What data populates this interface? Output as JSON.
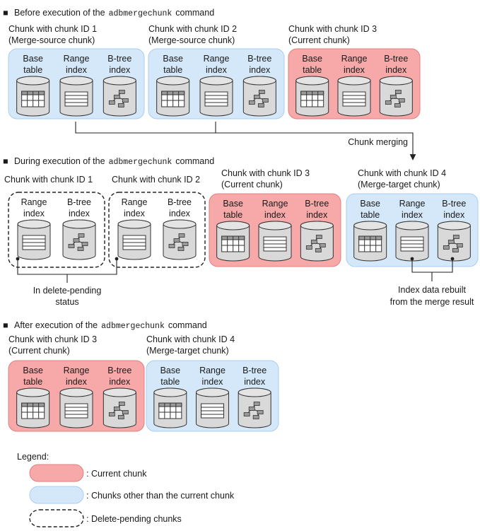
{
  "colors": {
    "current_fill": "#f7a8a8",
    "current_stroke": "#e08080",
    "other_fill": "#d4e8f9",
    "other_stroke": "#a9cdef",
    "cylinder_fill": "#d9d9d9",
    "line": "#222222"
  },
  "sections": [
    {
      "bullet": "■",
      "heading_prefix": "Before execution of the",
      "command": "adbmergechunk",
      "heading_suffix": "command",
      "chunks": [
        {
          "title": "Chunk with chunk ID 1",
          "subtitle": "(Merge-source chunk)",
          "kind": "other",
          "items": [
            {
              "label1": "Base",
              "label2": "table",
              "icon": "table-icon"
            },
            {
              "label1": "Range",
              "label2": "index",
              "icon": "range-index-icon"
            },
            {
              "label1": "B-tree",
              "label2": "index",
              "icon": "btree-index-icon"
            }
          ]
        },
        {
          "title": "Chunk with chunk ID 2",
          "subtitle": "(Merge-source chunk)",
          "kind": "other",
          "items": [
            {
              "label1": "Base",
              "label2": "table",
              "icon": "table-icon"
            },
            {
              "label1": "Range",
              "label2": "index",
              "icon": "range-index-icon"
            },
            {
              "label1": "B-tree",
              "label2": "index",
              "icon": "btree-index-icon"
            }
          ]
        },
        {
          "title": "Chunk with chunk ID 3",
          "subtitle": "(Current chunk)",
          "kind": "current",
          "items": [
            {
              "label1": "Base",
              "label2": "table",
              "icon": "table-icon"
            },
            {
              "label1": "Range",
              "label2": "index",
              "icon": "range-index-icon"
            },
            {
              "label1": "B-tree",
              "label2": "index",
              "icon": "btree-index-icon"
            }
          ]
        }
      ],
      "annotations": [
        {
          "text": "Chunk merging"
        }
      ]
    },
    {
      "bullet": "■",
      "heading_prefix": "During execution of the",
      "command": "adbmergechunk",
      "heading_suffix": "command",
      "chunks": [
        {
          "title": "Chunk with chunk ID 1",
          "subtitle": "",
          "kind": "pending",
          "items": [
            {
              "label1": "Range",
              "label2": "index",
              "icon": "range-index-icon"
            },
            {
              "label1": "B-tree",
              "label2": "index",
              "icon": "btree-index-icon"
            }
          ]
        },
        {
          "title": "Chunk with chunk ID 2",
          "subtitle": "",
          "kind": "pending",
          "items": [
            {
              "label1": "Range",
              "label2": "index",
              "icon": "range-index-icon"
            },
            {
              "label1": "B-tree",
              "label2": "index",
              "icon": "btree-index-icon"
            }
          ]
        },
        {
          "title": "Chunk with chunk ID 3",
          "subtitle": "(Current chunk)",
          "kind": "current",
          "items": [
            {
              "label1": "Base",
              "label2": "table",
              "icon": "table-icon"
            },
            {
              "label1": "Range",
              "label2": "index",
              "icon": "range-index-icon"
            },
            {
              "label1": "B-tree",
              "label2": "index",
              "icon": "btree-index-icon"
            }
          ]
        },
        {
          "title": "Chunk with chunk ID 4",
          "subtitle": "(Merge-target chunk)",
          "kind": "other",
          "items": [
            {
              "label1": "Base",
              "label2": "table",
              "icon": "table-icon"
            },
            {
              "label1": "Range",
              "label2": "index",
              "icon": "range-index-icon"
            },
            {
              "label1": "B-tree",
              "label2": "index",
              "icon": "btree-index-icon"
            }
          ]
        }
      ],
      "annotations": [
        {
          "text": "In delete-pending",
          "text2": "status"
        },
        {
          "text": "Index data rebuilt",
          "text2": "from the merge result"
        }
      ]
    },
    {
      "bullet": "■",
      "heading_prefix": "After execution of the",
      "command": "adbmergechunk",
      "heading_suffix": "command",
      "chunks": [
        {
          "title": "Chunk with chunk ID 3",
          "subtitle": "(Current chunk)",
          "kind": "current",
          "items": [
            {
              "label1": "Base",
              "label2": "table",
              "icon": "table-icon"
            },
            {
              "label1": "Range",
              "label2": "index",
              "icon": "range-index-icon"
            },
            {
              "label1": "B-tree",
              "label2": "index",
              "icon": "btree-index-icon"
            }
          ]
        },
        {
          "title": "Chunk with chunk ID 4",
          "subtitle": "(Merge-target chunk)",
          "kind": "other",
          "items": [
            {
              "label1": "Base",
              "label2": "table",
              "icon": "table-icon"
            },
            {
              "label1": "Range",
              "label2": "index",
              "icon": "range-index-icon"
            },
            {
              "label1": "B-tree",
              "label2": "index",
              "icon": "btree-index-icon"
            }
          ]
        }
      ],
      "annotations": []
    }
  ],
  "legend": {
    "title": "Legend:",
    "items": [
      {
        "kind": "current",
        "label": ": Current chunk"
      },
      {
        "kind": "other",
        "label": ": Chunks other than the current chunk"
      },
      {
        "kind": "pending",
        "label": ": Delete-pending chunks"
      }
    ]
  }
}
